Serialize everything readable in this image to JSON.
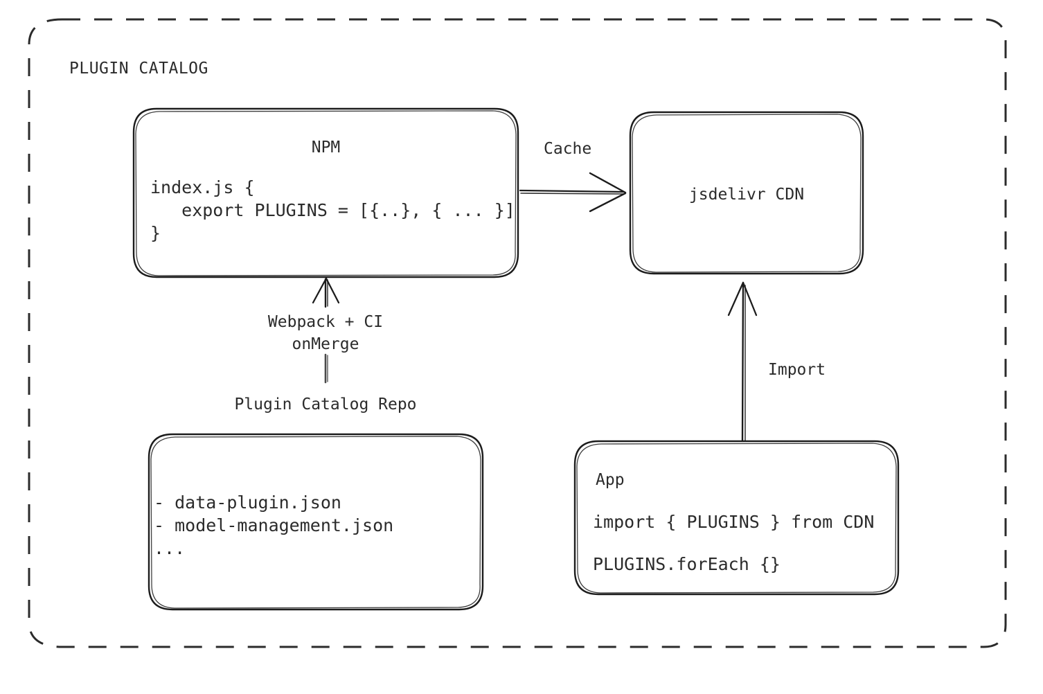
{
  "diagram": {
    "title": "PLUGIN CATALOG",
    "container": {
      "label": "PLUGIN CATALOG",
      "border_style": "dashed",
      "stroke": "#2b2b2b"
    },
    "nodes": [
      {
        "id": "npm",
        "title": "NPM",
        "lines": [
          "index.js {",
          "   export PLUGINS = [{..}, { ... }]",
          "}"
        ]
      },
      {
        "id": "cdn",
        "title": "jsdelivr CDN",
        "lines": []
      },
      {
        "id": "repo",
        "title": "Plugin Catalog Repo",
        "lines": [
          "- data-plugin.json",
          "- model-management.json",
          "..."
        ]
      },
      {
        "id": "app",
        "title": "App",
        "lines": [
          "import { PLUGINS } from CDN",
          "PLUGINS.forEach {}"
        ]
      }
    ],
    "edges": [
      {
        "id": "npm-to-cdn",
        "label": "Cache",
        "from": "npm",
        "to": "cdn",
        "direction": "right"
      },
      {
        "id": "repo-to-npm",
        "label_line1": "Webpack + CI",
        "label_line2": "onMerge",
        "from": "repo",
        "to": "npm",
        "direction": "up"
      },
      {
        "id": "app-to-cdn",
        "label": "Import",
        "from": "app",
        "to": "cdn",
        "direction": "up"
      }
    ],
    "node_titles": {
      "npm": "NPM",
      "cdn": "jsdelivr CDN",
      "repo": "Plugin Catalog Repo",
      "app": "App"
    },
    "npm_code": {
      "line1": "index.js {",
      "line2": "   export PLUGINS = [{..}, { ... }]",
      "line3": "}"
    },
    "repo_code": {
      "line1": "- data-plugin.json",
      "line2": "- model-management.json",
      "line3": "..."
    },
    "app_code": {
      "line1": "import { PLUGINS } from CDN",
      "line2": "PLUGINS.forEach {}"
    },
    "edge_labels": {
      "cache": "Cache",
      "webpack_ci": "Webpack + CI",
      "on_merge": "onMerge",
      "import": "Import"
    },
    "colors": {
      "stroke": "#2b2b2b",
      "text": "#2b2b2b",
      "background": "#ffffff"
    }
  }
}
